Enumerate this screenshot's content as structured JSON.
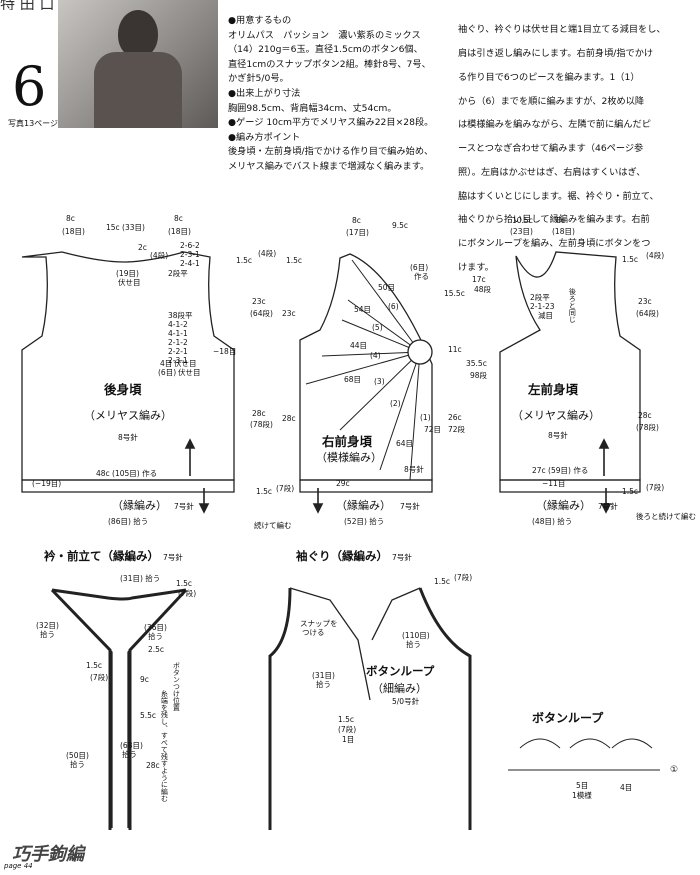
{
  "header": {
    "title_fragment": "特 田 口 午 行 入 加",
    "pattern_number": "6",
    "photo_caption": "写真13ページ"
  },
  "info": {
    "lines": [
      "●用意するもの",
      "オリムパス　パッション　濃い紫系のミックス",
      "（14）210g＝6玉。直径1.5cmのボタン6個、",
      "直径1cmのスナップボタン2組。棒針8号、7号、",
      "かぎ針5/0号。",
      "●出来上がり寸法",
      "胸囲98.5cm、背肩幅34cm、丈54cm。",
      "●ゲージ 10cm平方でメリヤス編み22目×28段。",
      "●編み方ポイント",
      "後身頃・左前身頃/指でかける作り目で編み始め、",
      "メリヤス編みでバスト線まで増減なく編みます。"
    ]
  },
  "instructions": {
    "lines": [
      "袖ぐり、衿ぐりは伏せ目と端1目立てる減目をし、",
      "肩は引き返し編みにします。右前身頃/指でかけ",
      "る作り目で6つのピースを編みます。1（1）",
      "から（6）までを順に編みますが、2枚め以降",
      "は模様編みを編みながら、左隣で前に編んだピ",
      "ースとつなぎ合わせて編みます（46ページ参",
      "照）。左肩はかぶせはぎ、右肩はすくいはぎ、",
      "脇はすくいとじにします。裾、衿ぐり・前立て、",
      "袖ぐりから拾い目して縁編みを編みます。右前",
      "にボタンループを編み、左前身頃にボタンをつ",
      "けます。"
    ]
  },
  "back": {
    "dim_top": [
      "8c",
      "15c (33目)",
      "8c"
    ],
    "dim_top_sub": [
      "(18目)",
      "(18目)"
    ],
    "shoulder": [
      "2c",
      "(4段)",
      "2-6-2",
      "2-3-1",
      "2-4-1"
    ],
    "neck": [
      "(19目)",
      "伏せ目"
    ],
    "armhole": [
      "2段平",
      "38段平",
      "4-1-2",
      "4-1-1",
      "2-1-2",
      "2-2-1",
      "2-3-1",
      "4目",
      "伏せ目",
      "(6目)",
      "伏せ目"
    ],
    "side": [
      "1.5c",
      "(4段)",
      "1.5c",
      "23c",
      "(64段)",
      "23c",
      "28c",
      "(78段)",
      "28c",
      "1.5c",
      "(7段)"
    ],
    "minus18": "−18目",
    "name": "後身頃",
    "stitch": "（メリヤス編み）",
    "needle": "8号針",
    "hem_width": "48c (105目) 作る",
    "minus19": "(−19目)",
    "band": "（縁編み）",
    "band_needle": "7号針",
    "pickup": "(86目) 拾う"
  },
  "right_front": {
    "dim_top": [
      "8c",
      "9.5c"
    ],
    "dim_top_sub": [
      "(17目)"
    ],
    "pieces": [
      "(6目)",
      "作る",
      "50目",
      "54目",
      "(5)",
      "(6)",
      "44目",
      "(4)",
      "68目",
      "(3)",
      "(2)",
      "(1)",
      "72目",
      "64目",
      "8号針"
    ],
    "side": [
      "17c",
      "48段",
      "15.5c",
      "11c",
      "35.5c",
      "98段",
      "26c",
      "72段"
    ],
    "name": "右前身頃",
    "stitch": "（模様編み）",
    "hem_width": "29c",
    "band": "（縁編み）",
    "band_needle": "7号針",
    "pickup": "(52目) 拾う",
    "note": "続けて編む"
  },
  "left_front": {
    "dim_top": [
      "10.5c",
      "8c"
    ],
    "dim_top_sub": [
      "(23目)",
      "(18目)"
    ],
    "shoulder": [
      "2段平",
      "2-1-23",
      "減目"
    ],
    "back_note": "後ろと同じ",
    "side": [
      "1.5c",
      "(4段)",
      "23c",
      "(64段)",
      "28c",
      "(78段)",
      "1.5c",
      "(7段)"
    ],
    "name": "左前身頃",
    "stitch": "（メリヤス編み）",
    "needle": "8号針",
    "hem_width": "27c (59目) 作る",
    "minus11": "−11目",
    "band": "（縁編み）",
    "band_needle": "7号針",
    "pickup": "(48目) 拾う",
    "note": "後ろと続けて編む"
  },
  "collar": {
    "title": "衿・前立て",
    "title_stitch": "（縁編み）",
    "needle": "7号針",
    "labels": [
      "(31目) 拾う",
      "1.5c",
      "(7段)",
      "(32目)",
      "拾う",
      "(36目)",
      "拾う",
      "2.5c",
      "1.5c",
      "(7段)",
      "9c",
      "5.5c",
      "(50目)",
      "拾う",
      "(68目)",
      "拾う",
      "28c"
    ],
    "vertical": [
      "ボタンつけ位置",
      "糸端を残し、すべて残すように編む"
    ]
  },
  "armhole_band": {
    "title": "袖ぐり",
    "title_stitch": "（縁編み）",
    "needle": "7号針",
    "labels": [
      "1.5c",
      "(7段)",
      "(110目)",
      "拾う",
      "スナップを",
      "つける",
      "(31目)",
      "拾う",
      "1.5c",
      "(7段)",
      "1目"
    ],
    "loop_title": "ボタンループ",
    "loop_stitch": "（細編み）",
    "loop_needle": "5/0号針"
  },
  "button_loop": {
    "title": "ボタンループ",
    "labels": [
      "①",
      "5目",
      "1模様",
      "4目"
    ]
  },
  "footer": {
    "page": "page 44",
    "logo": "巧手鉤編"
  }
}
